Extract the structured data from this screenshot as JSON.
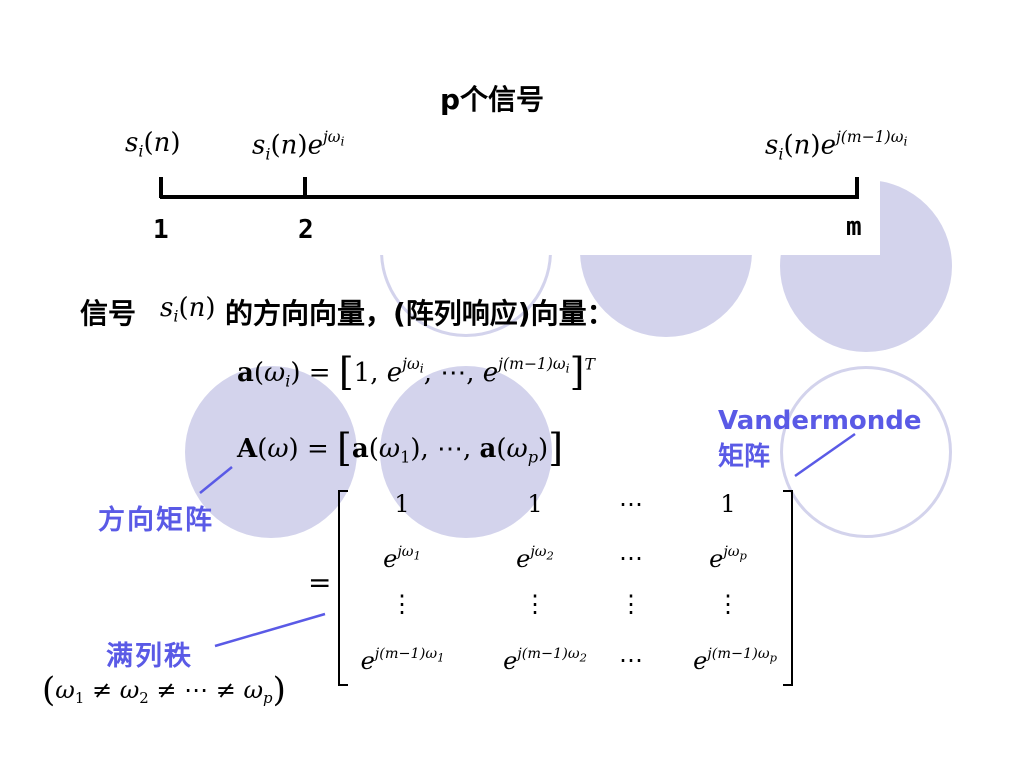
{
  "title": "p个信号",
  "signal_labels": {
    "first": "s_i(n)",
    "second": "s_i(n)e^{jω_i}",
    "last": "s_i(n)e^{j(m−1)ω_i}"
  },
  "array_ticks": [
    "1",
    "2",
    "m"
  ],
  "direction_text": {
    "prefix": "信号",
    "suffix": "的方向向量，(阵列响应)向量："
  },
  "equations": {
    "a_vector": "a(ω_i) = [1, e^{jω_i}, ⋯, e^{j(m−1)ω_i}]^T",
    "A_matrix": "A(ω) = [a(ω_1), ⋯, a(ω_p)]"
  },
  "matrix": {
    "row1": [
      "1",
      "1",
      "⋯",
      "1"
    ],
    "row2": [
      "e^{jω_1}",
      "e^{jω_2}",
      "⋯",
      "e^{jω_p}"
    ],
    "row3": [
      "⋮",
      "⋮",
      "⋮",
      "⋮"
    ],
    "row4": [
      "e^{j(m−1)ω_1}",
      "e^{j(m−1)ω_2}",
      "⋯",
      "e^{j(m−1)ω_p}"
    ]
  },
  "annotations": {
    "vandermonde": "Vandermonde矩阵",
    "direction_matrix": "方向矩阵",
    "full_rank": "满列秩",
    "condition": "ω_1 ≠ ω_2 ≠ ⋯ ≠ ω_p"
  },
  "colors": {
    "accent_blue": "#5a5ae6",
    "circle_fill": "#d3d3ec"
  }
}
